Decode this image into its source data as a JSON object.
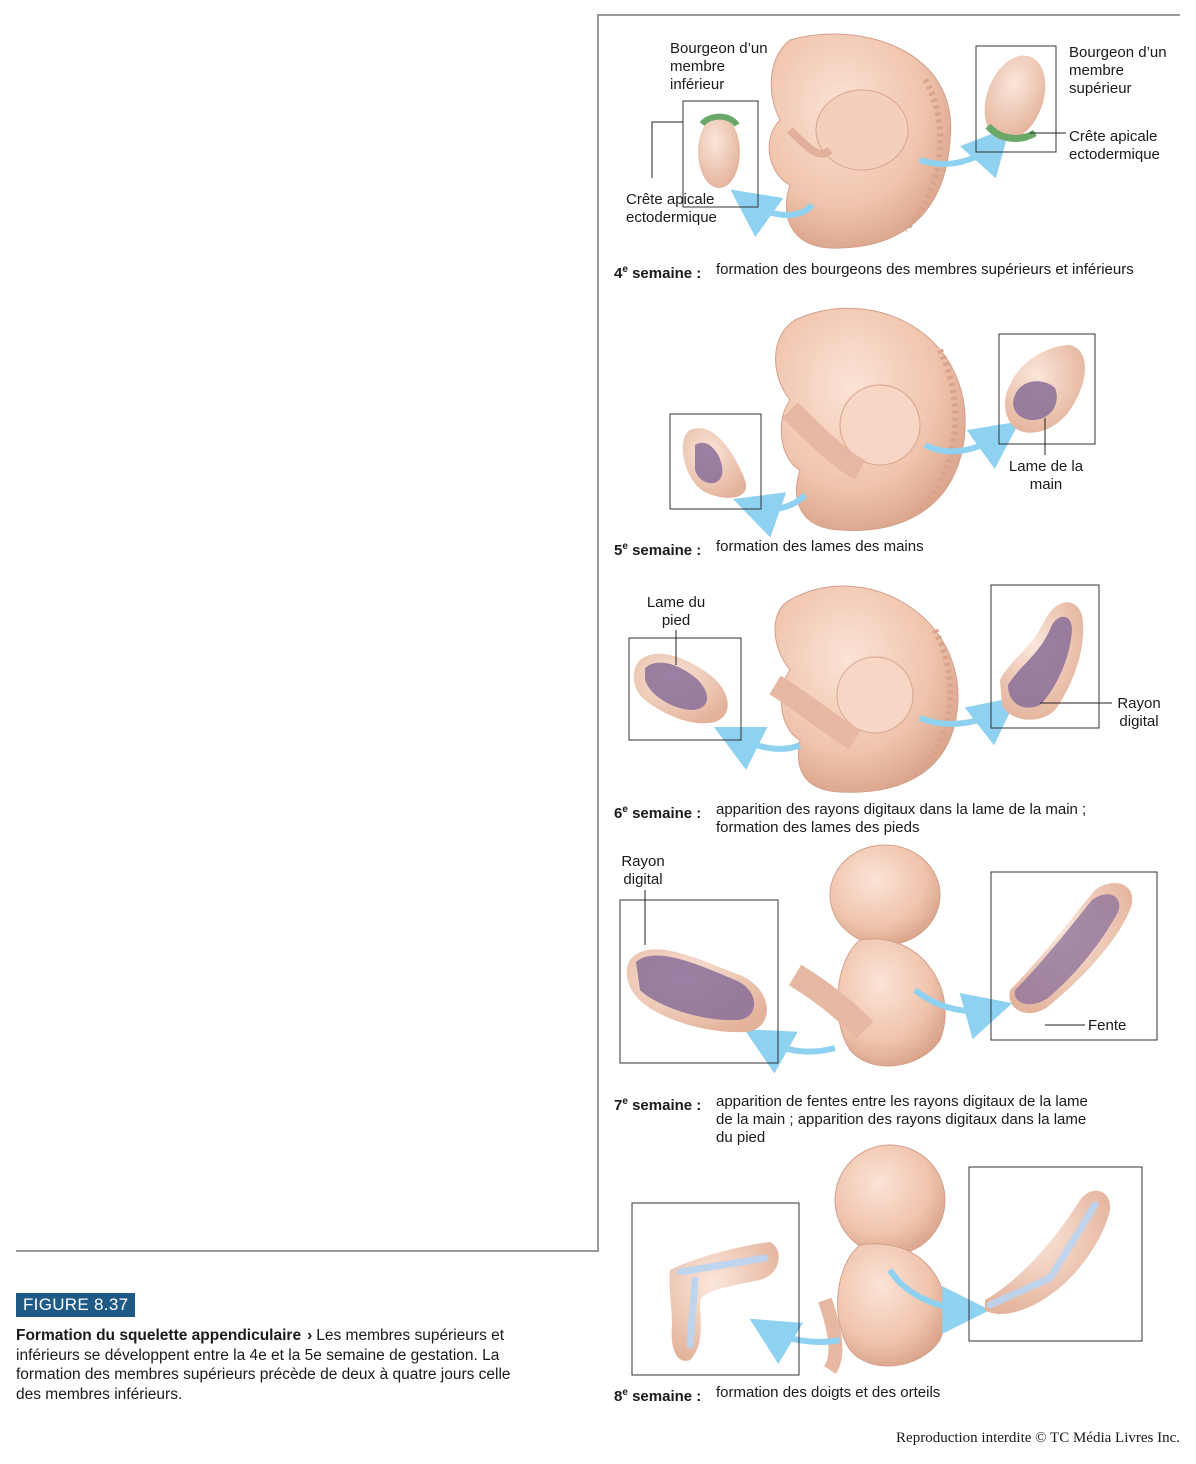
{
  "figure": {
    "tag": "FIGURE 8.37",
    "title": "Formation du squelette appendiculaire",
    "arrow": "›",
    "text": "Les membres supérieurs et inférieurs se développent entre la 4e et la 5e semaine de gestation. La formation des membres supérieurs précède de deux à quatre jours celle des membres inférieurs."
  },
  "labels": {
    "bud_lower": "Bourgeon d’un membre inférieur",
    "bud_upper": "Bourgeon d’un membre supérieur",
    "ridge_left": "Crête apicale ectodermique",
    "ridge_right": "Crête apicale ectodermique",
    "hand_plate": "Lame de la main",
    "foot_plate": "Lame du pied",
    "digital_ray_6": "Rayon digital",
    "digital_ray_7": "Rayon digital",
    "notch": "Fente"
  },
  "weeks": [
    {
      "num": "4",
      "sup": "e",
      "word": "semaine :",
      "desc": [
        "formation des bourgeons des membres supérieurs et inférieurs"
      ]
    },
    {
      "num": "5",
      "sup": "e",
      "word": "semaine :",
      "desc": [
        "formation des lames des mains"
      ]
    },
    {
      "num": "6",
      "sup": "e",
      "word": "semaine :",
      "desc": [
        "apparition des rayons digitaux dans la lame de la main ;",
        "formation des lames des pieds"
      ]
    },
    {
      "num": "7",
      "sup": "e",
      "word": "semaine :",
      "desc": [
        "apparition de fentes entre les rayons digitaux de la lame",
        "de la main ; apparition des rayons digitaux dans la lame",
        "du pied"
      ]
    },
    {
      "num": "8",
      "sup": "e",
      "word": "semaine :",
      "desc": [
        "formation des doigts et des orteils"
      ]
    }
  ],
  "copyright": "Reproduction interdite © TC Média Livres Inc.",
  "colors": {
    "skin": "#f1c9b4",
    "skin_dark": "#d9a38b",
    "plate": "#8a6f99",
    "ray": "#b9d4f2",
    "arrow": "#8fd1f0",
    "ridge": "#6aa86a",
    "tag_bg": "#1f5a86"
  }
}
